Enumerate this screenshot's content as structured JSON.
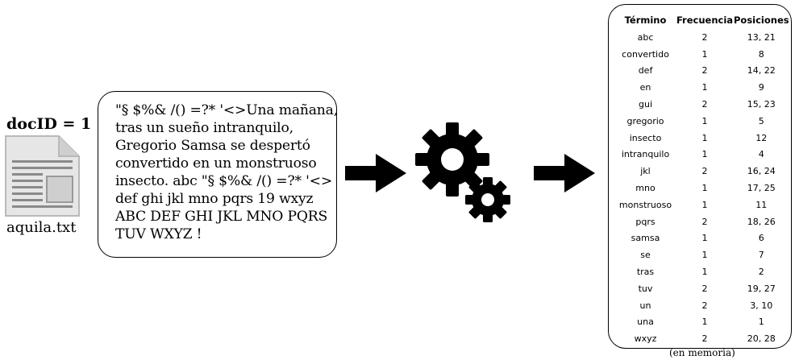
{
  "document": {
    "doc_id_label": "docID = 1",
    "filename": "aquila.txt",
    "icon": "text-document-icon"
  },
  "text_box": {
    "lines": [
      "\"§ $%& /() =?* '<>Una mañana,",
      "tras un sueño intranquilo,",
      "Gregorio Samsa se despertó",
      "convertido en un monstruoso",
      "insecto. abc \"§ $%& /() =?* '<>",
      "def ghi jkl mno pqrs 19 wxyz",
      "ABC DEF GHI JKL MNO PQRS",
      "TUV WXYZ !"
    ]
  },
  "processing": {
    "icon": "gears-icon",
    "arrow_icon": "right-arrow-icon"
  },
  "index": {
    "headers": {
      "term": "Término",
      "freq": "Frecuencia",
      "pos": "Posiciones"
    },
    "rows": [
      {
        "term": "abc",
        "freq": "2",
        "pos": "13, 21"
      },
      {
        "term": "convertido",
        "freq": "1",
        "pos": "8"
      },
      {
        "term": "def",
        "freq": "2",
        "pos": "14, 22"
      },
      {
        "term": "en",
        "freq": "1",
        "pos": "9"
      },
      {
        "term": "gui",
        "freq": "2",
        "pos": "15, 23"
      },
      {
        "term": "gregorio",
        "freq": "1",
        "pos": "5"
      },
      {
        "term": "insecto",
        "freq": "1",
        "pos": "12"
      },
      {
        "term": "intranquilo",
        "freq": "1",
        "pos": "4"
      },
      {
        "term": "jkl",
        "freq": "2",
        "pos": "16, 24"
      },
      {
        "term": "mno",
        "freq": "1",
        "pos": "17, 25"
      },
      {
        "term": "monstruoso",
        "freq": "1",
        "pos": "11"
      },
      {
        "term": "pqrs",
        "freq": "2",
        "pos": "18, 26"
      },
      {
        "term": "samsa",
        "freq": "1",
        "pos": "6"
      },
      {
        "term": "se",
        "freq": "1",
        "pos": "7"
      },
      {
        "term": "tras",
        "freq": "1",
        "pos": "2"
      },
      {
        "term": "tuv",
        "freq": "2",
        "pos": "19, 27"
      },
      {
        "term": "un",
        "freq": "2",
        "pos": "3, 10"
      },
      {
        "term": "una",
        "freq": "1",
        "pos": "1"
      },
      {
        "term": "wxyz",
        "freq": "2",
        "pos": "20, 28"
      }
    ],
    "footer_label": "(en memoria)"
  }
}
